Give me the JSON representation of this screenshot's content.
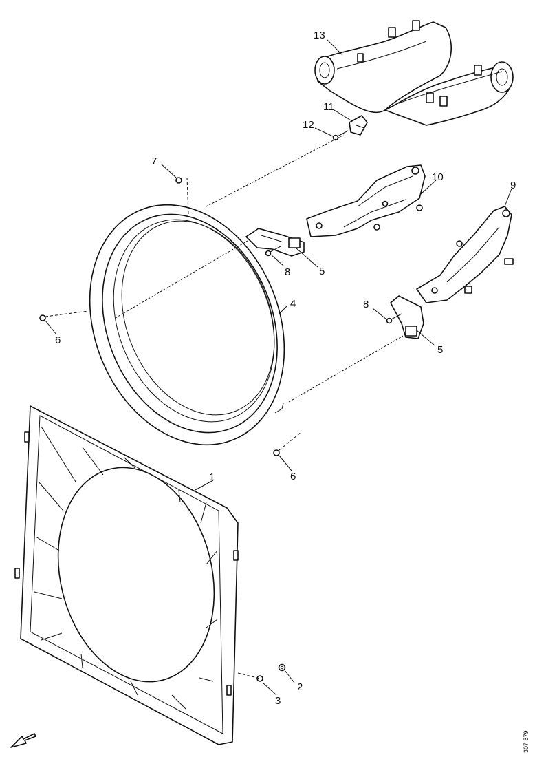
{
  "callouts": {
    "c1": "1",
    "c2": "2",
    "c3": "3",
    "c4": "4",
    "c5a": "5",
    "c5b": "5",
    "c6a": "6",
    "c6b": "6",
    "c7": "7",
    "c8a": "8",
    "c8b": "8",
    "c9": "9",
    "c10": "10",
    "c11": "11",
    "c12": "12",
    "c13": "13"
  },
  "ref_code": "307 579",
  "icons": {
    "direction": "front-arrow-icon"
  }
}
